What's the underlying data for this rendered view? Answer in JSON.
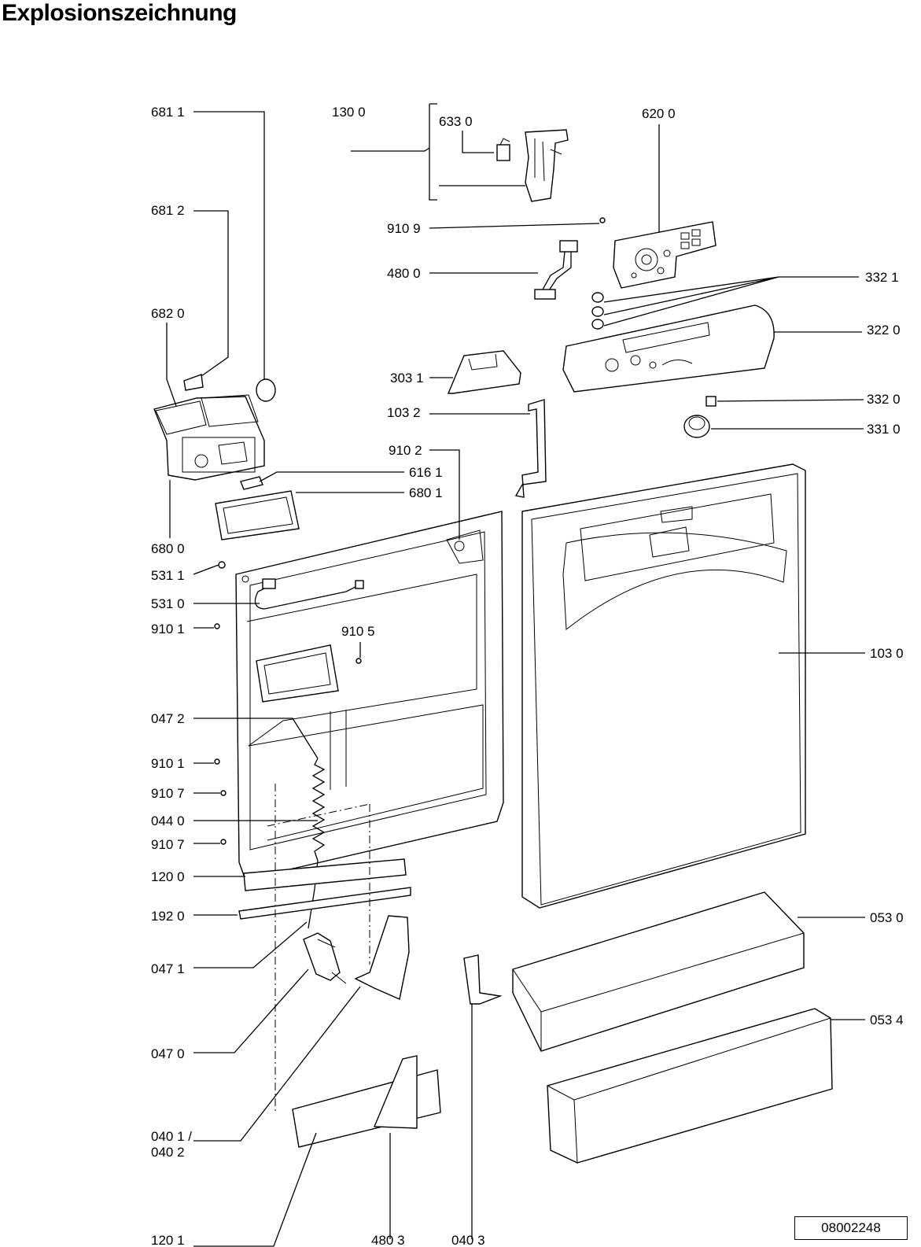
{
  "title": "Explosionszeichnung",
  "document_number": "08002248",
  "labels": {
    "l6811": "681 1",
    "l1300": "130 0",
    "l6330": "633 0",
    "l6200": "620 0",
    "l6812": "681 2",
    "l9109": "910 9",
    "l4800": "480 0",
    "l3321": "332 1",
    "l6820": "682 0",
    "l3220": "322 0",
    "l3031": "303 1",
    "l3320": "332 0",
    "l1032": "103 2",
    "l3310": "331 0",
    "l9102": "910 2",
    "l6161": "616 1",
    "l6801": "680 1",
    "l6800": "680 0",
    "l5311": "531 1",
    "l5310": "531 0",
    "l9101a": "910 1",
    "l9105": "910 5",
    "l1030": "103 0",
    "l0472": "047 2",
    "l9101b": "910 1",
    "l9107a": "910 7",
    "l0440": "044 0",
    "l9107b": "910 7",
    "l1200": "120 0",
    "l1920": "192 0",
    "l0530": "053 0",
    "l0471": "047 1",
    "l0534": "053 4",
    "l0470": "047 0",
    "l0401a": "040 1 /",
    "l0401b": "040 2",
    "l1201": "120 1",
    "l4803": "480 3",
    "l0403": "040 3"
  }
}
